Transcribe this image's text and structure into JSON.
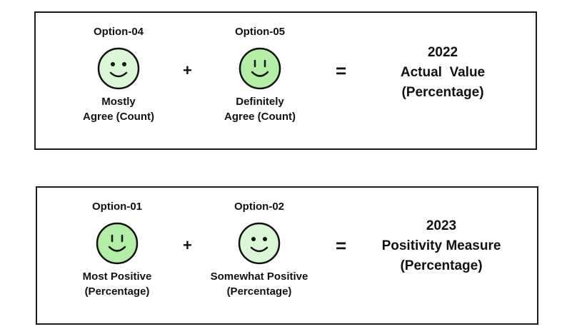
{
  "colors": {
    "border": "#1a1a1a",
    "face_light": "#dcf7d7",
    "face_medium": "#b2eea6",
    "face_stroke": "#111111"
  },
  "equations": [
    {
      "terms": [
        {
          "option": "Option-04",
          "label_lines": [
            "Mostly",
            "Agree (Count)"
          ],
          "icon": "smiley-face-icon",
          "face_color": "#dcf7d7"
        },
        {
          "option": "Option-05",
          "label_lines": [
            "Definitely",
            "Agree (Count)"
          ],
          "icon": "smiley-face-icon",
          "face_color": "#b2eea6"
        }
      ],
      "plus": "+",
      "equals": "=",
      "result_lines": [
        "2022",
        "Actual  Value",
        "(Percentage)"
      ]
    },
    {
      "terms": [
        {
          "option": "Option-01",
          "label_lines": [
            "Most Positive",
            "(Percentage)"
          ],
          "icon": "smiley-face-icon",
          "face_color": "#b2eea6"
        },
        {
          "option": "Option-02",
          "label_lines": [
            "Somewhat Positive",
            "(Percentage)"
          ],
          "icon": "smiley-face-icon",
          "face_color": "#dcf7d7"
        }
      ],
      "plus": "+",
      "equals": "=",
      "result_lines": [
        "2023",
        "Positivity Measure",
        "(Percentage)"
      ]
    }
  ]
}
